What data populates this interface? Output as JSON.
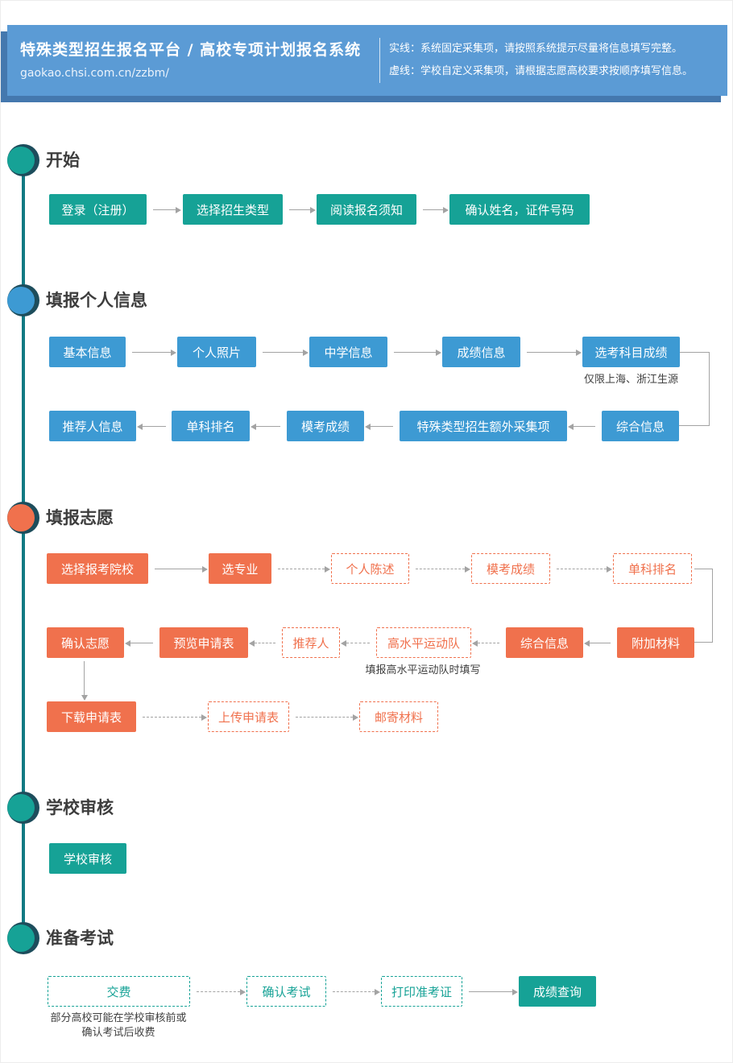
{
  "header": {
    "title": "特殊类型招生报名平台 / 高校专项计划报名系统",
    "url": "gaokao.chsi.com.cn/zzbm/",
    "legend_solid": "实线：系统固定采集项，请按照系统提示尽量将信息填写完整。",
    "legend_dashed": "虚线：学校自定义采集项，请根据志愿高校要求按顺序填写信息。"
  },
  "colors": {
    "banner_blue": "#5b9bd5",
    "banner_shadow": "#4478ae",
    "teal": "#16a296",
    "blue": "#3d9ad3",
    "orange": "#f0714d",
    "timeline_line": "#117a83",
    "dot_ring": "#1d4d5c",
    "arrow_gray": "#a3a3a3"
  },
  "s1": {
    "title": "开始",
    "n1": "登录（注册）",
    "n2": "选择招生类型",
    "n3": "阅读报名须知",
    "n4": "确认姓名，证件号码"
  },
  "s2": {
    "title": "填报个人信息",
    "r1": [
      "基本信息",
      "个人照片",
      "中学信息",
      "成绩信息",
      "选考科目成绩"
    ],
    "note": "仅限上海、浙江生源",
    "r2": [
      "推荐人信息",
      "单科排名",
      "模考成绩",
      "特殊类型招生额外采集项",
      "综合信息"
    ]
  },
  "s3": {
    "title": "填报志愿",
    "r1": [
      "选择报考院校",
      "选专业",
      "个人陈述",
      "模考成绩",
      "单科排名"
    ],
    "r2": [
      "确认志愿",
      "预览申请表",
      "推荐人",
      "高水平运动队",
      "综合信息",
      "附加材料"
    ],
    "note": "填报高水平运动队时填写",
    "r3": [
      "下载申请表",
      "上传申请表",
      "邮寄材料"
    ]
  },
  "s4": {
    "title": "学校审核",
    "n1": "学校审核"
  },
  "s5": {
    "title": "准备考试",
    "n1": "交费",
    "n2": "确认考试",
    "n3": "打印准考证",
    "n4": "成绩查询",
    "note1": "部分高校可能在学校审核前或",
    "note2": "确认考试后收费"
  }
}
